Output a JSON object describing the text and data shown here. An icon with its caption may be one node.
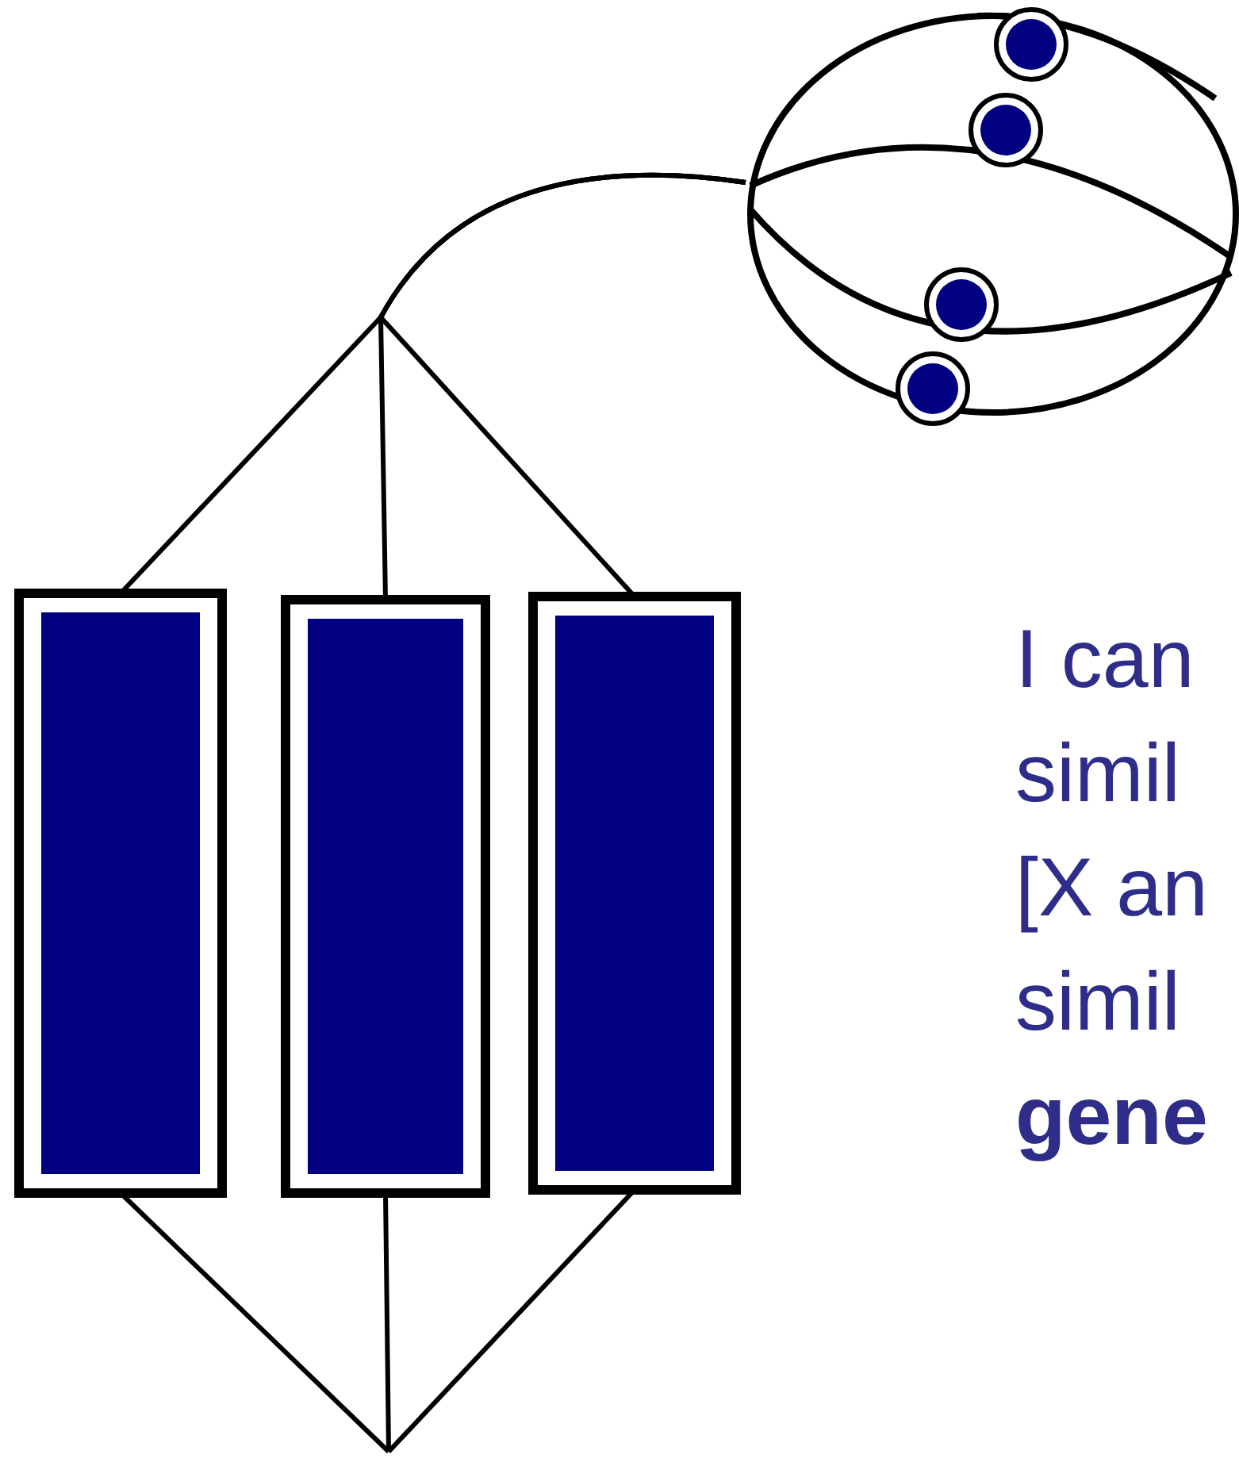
{
  "diagram": {
    "nodes": [
      {
        "text": [],
        "shape": "picture"
      },
      {
        "text": [],
        "shape": "bar"
      },
      {
        "text": [],
        "shape": "bar"
      },
      {
        "text": [],
        "shape": "bar"
      }
    ],
    "edges": [
      {
        "from": 0,
        "to": 1,
        "arrow": "none"
      },
      {
        "from": 0,
        "to": 2,
        "arrow": "none"
      },
      {
        "from": 0,
        "to": 3,
        "arrow": "none"
      },
      {
        "from": 1,
        "to": null,
        "arrow": "none"
      },
      {
        "from": 2,
        "to": null,
        "arrow": "none"
      },
      {
        "from": 3,
        "to": null,
        "arrow": "none"
      }
    ],
    "labels": [
      "I can simil [X an simil **gene**"
    ]
  }
}
